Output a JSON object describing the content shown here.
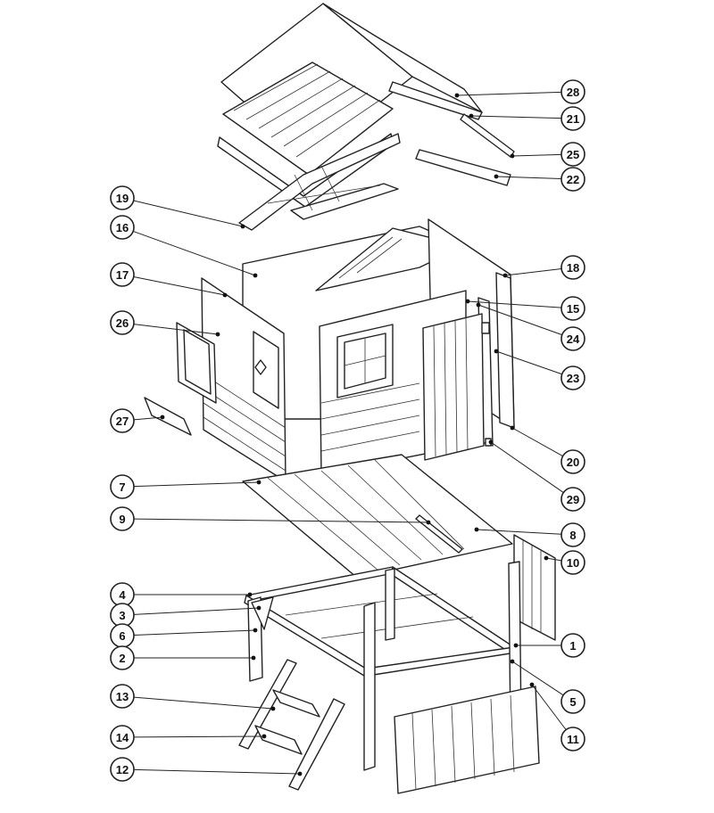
{
  "callouts": [
    {
      "id": "28",
      "label": "28"
    },
    {
      "id": "21",
      "label": "21"
    },
    {
      "id": "25",
      "label": "25"
    },
    {
      "id": "22",
      "label": "22"
    },
    {
      "id": "19",
      "label": "19"
    },
    {
      "id": "16",
      "label": "16"
    },
    {
      "id": "18",
      "label": "18"
    },
    {
      "id": "17",
      "label": "17"
    },
    {
      "id": "15",
      "label": "15"
    },
    {
      "id": "26",
      "label": "26"
    },
    {
      "id": "24",
      "label": "24"
    },
    {
      "id": "23",
      "label": "23"
    },
    {
      "id": "27",
      "label": "27"
    },
    {
      "id": "20",
      "label": "20"
    },
    {
      "id": "29",
      "label": "29"
    },
    {
      "id": "7",
      "label": "7"
    },
    {
      "id": "9",
      "label": "9"
    },
    {
      "id": "8",
      "label": "8"
    },
    {
      "id": "10",
      "label": "10"
    },
    {
      "id": "4",
      "label": "4"
    },
    {
      "id": "3",
      "label": "3"
    },
    {
      "id": "6",
      "label": "6"
    },
    {
      "id": "1",
      "label": "1"
    },
    {
      "id": "2",
      "label": "2"
    },
    {
      "id": "5",
      "label": "5"
    },
    {
      "id": "13",
      "label": "13"
    },
    {
      "id": "14",
      "label": "14"
    },
    {
      "id": "11",
      "label": "11"
    },
    {
      "id": "12",
      "label": "12"
    }
  ]
}
